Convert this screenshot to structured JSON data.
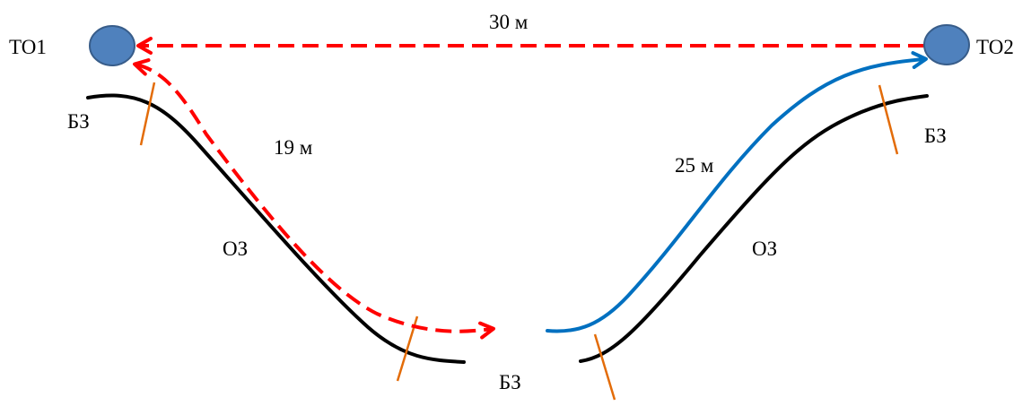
{
  "points": {
    "to1_label": "ТО1",
    "to2_label": "ТО2"
  },
  "distances": {
    "top": "30 м",
    "left_slope": "19 м",
    "right_slope": "25 м"
  },
  "zones": {
    "bz_left": "БЗ",
    "bz_right": "БЗ",
    "bz_bottom": "БЗ",
    "oz_left": "ОЗ",
    "oz_right": "ОЗ"
  },
  "colors": {
    "red_path": "#ff0000",
    "blue_path": "#0070c0",
    "contour": "#000000",
    "zone_tick": "#e36c09",
    "node_fill": "#4f81bd",
    "node_stroke": "#385d8a"
  }
}
